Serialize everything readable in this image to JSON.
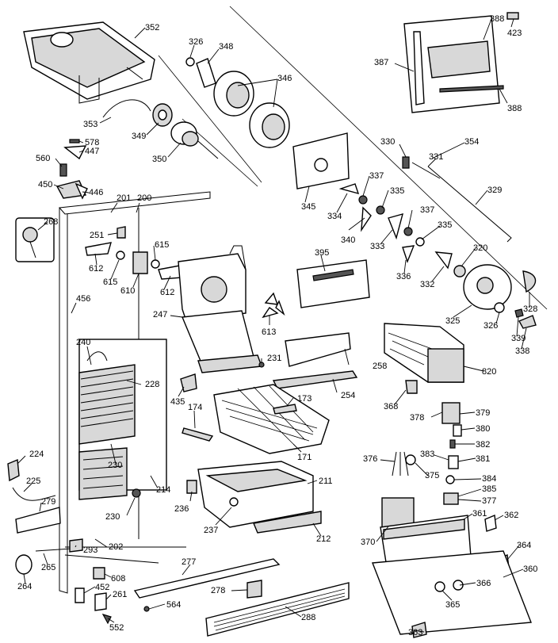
{
  "callouts": [
    {
      "id": "c352",
      "text": "352"
    },
    {
      "id": "c326a",
      "text": "326"
    },
    {
      "id": "c348",
      "text": "348"
    },
    {
      "id": "c346",
      "text": "346"
    },
    {
      "id": "c353",
      "text": "353"
    },
    {
      "id": "c349",
      "text": "349"
    },
    {
      "id": "c350",
      "text": "350"
    },
    {
      "id": "c578",
      "text": "578"
    },
    {
      "id": "c447",
      "text": "447"
    },
    {
      "id": "c560",
      "text": "560"
    },
    {
      "id": "c450",
      "text": "450"
    },
    {
      "id": "c446",
      "text": "446"
    },
    {
      "id": "c201",
      "text": "201"
    },
    {
      "id": "c200",
      "text": "200"
    },
    {
      "id": "c268",
      "text": "268"
    },
    {
      "id": "c251",
      "text": "251"
    },
    {
      "id": "c615a",
      "text": "615"
    },
    {
      "id": "c612a",
      "text": "612"
    },
    {
      "id": "c615b",
      "text": "615"
    },
    {
      "id": "c610",
      "text": "610"
    },
    {
      "id": "c612b",
      "text": "612"
    },
    {
      "id": "c456",
      "text": "456"
    },
    {
      "id": "c247",
      "text": "247"
    },
    {
      "id": "c613",
      "text": "613"
    },
    {
      "id": "c240",
      "text": "240"
    },
    {
      "id": "c228",
      "text": "228"
    },
    {
      "id": "c435",
      "text": "435"
    },
    {
      "id": "c174",
      "text": "174"
    },
    {
      "id": "c231",
      "text": "231"
    },
    {
      "id": "c258",
      "text": "258"
    },
    {
      "id": "c254",
      "text": "254"
    },
    {
      "id": "c173",
      "text": "173"
    },
    {
      "id": "c171",
      "text": "171"
    },
    {
      "id": "c230a",
      "text": "230"
    },
    {
      "id": "c224",
      "text": "224"
    },
    {
      "id": "c225",
      "text": "225"
    },
    {
      "id": "c279",
      "text": "279"
    },
    {
      "id": "c214",
      "text": "214"
    },
    {
      "id": "c230b",
      "text": "230"
    },
    {
      "id": "c236",
      "text": "236"
    },
    {
      "id": "c211",
      "text": "211"
    },
    {
      "id": "c237",
      "text": "237"
    },
    {
      "id": "c212",
      "text": "212"
    },
    {
      "id": "c202",
      "text": "202"
    },
    {
      "id": "c293",
      "text": "293"
    },
    {
      "id": "c265",
      "text": "265"
    },
    {
      "id": "c264",
      "text": "264"
    },
    {
      "id": "c608",
      "text": "608"
    },
    {
      "id": "c452",
      "text": "452"
    },
    {
      "id": "c261",
      "text": "261"
    },
    {
      "id": "c552",
      "text": "552"
    },
    {
      "id": "c277",
      "text": "277"
    },
    {
      "id": "c278",
      "text": "278"
    },
    {
      "id": "c564",
      "text": "564"
    },
    {
      "id": "c288",
      "text": "288"
    },
    {
      "id": "c387",
      "text": "387"
    },
    {
      "id": "c388a",
      "text": "388"
    },
    {
      "id": "c423",
      "text": "423"
    },
    {
      "id": "c388b",
      "text": "388"
    },
    {
      "id": "c354",
      "text": "354"
    },
    {
      "id": "c330",
      "text": "330"
    },
    {
      "id": "c331",
      "text": "331"
    },
    {
      "id": "c337a",
      "text": "337"
    },
    {
      "id": "c345",
      "text": "345"
    },
    {
      "id": "c334",
      "text": "334"
    },
    {
      "id": "c335a",
      "text": "335"
    },
    {
      "id": "c329",
      "text": "329"
    },
    {
      "id": "c337b",
      "text": "337"
    },
    {
      "id": "c340",
      "text": "340"
    },
    {
      "id": "c333",
      "text": "333"
    },
    {
      "id": "c335b",
      "text": "335"
    },
    {
      "id": "c395",
      "text": "395"
    },
    {
      "id": "c320",
      "text": "320"
    },
    {
      "id": "c336",
      "text": "336"
    },
    {
      "id": "c332",
      "text": "332"
    },
    {
      "id": "c325",
      "text": "325"
    },
    {
      "id": "c326b",
      "text": "326"
    },
    {
      "id": "c328",
      "text": "328"
    },
    {
      "id": "c339",
      "text": "339"
    },
    {
      "id": "c338",
      "text": "338"
    },
    {
      "id": "c820",
      "text": "820"
    },
    {
      "id": "c368",
      "text": "368"
    },
    {
      "id": "c378",
      "text": "378"
    },
    {
      "id": "c379",
      "text": "379"
    },
    {
      "id": "c380",
      "text": "380"
    },
    {
      "id": "c382",
      "text": "382"
    },
    {
      "id": "c376",
      "text": "376"
    },
    {
      "id": "c383",
      "text": "383"
    },
    {
      "id": "c381",
      "text": "381"
    },
    {
      "id": "c375",
      "text": "375"
    },
    {
      "id": "c384",
      "text": "384"
    },
    {
      "id": "c385",
      "text": "385"
    },
    {
      "id": "c377",
      "text": "377"
    },
    {
      "id": "c361",
      "text": "361"
    },
    {
      "id": "c362",
      "text": "362"
    },
    {
      "id": "c370",
      "text": "370"
    },
    {
      "id": "c364",
      "text": "364"
    },
    {
      "id": "c360",
      "text": "360"
    },
    {
      "id": "c366",
      "text": "366"
    },
    {
      "id": "c365",
      "text": "365"
    },
    {
      "id": "c363",
      "text": "363"
    }
  ]
}
